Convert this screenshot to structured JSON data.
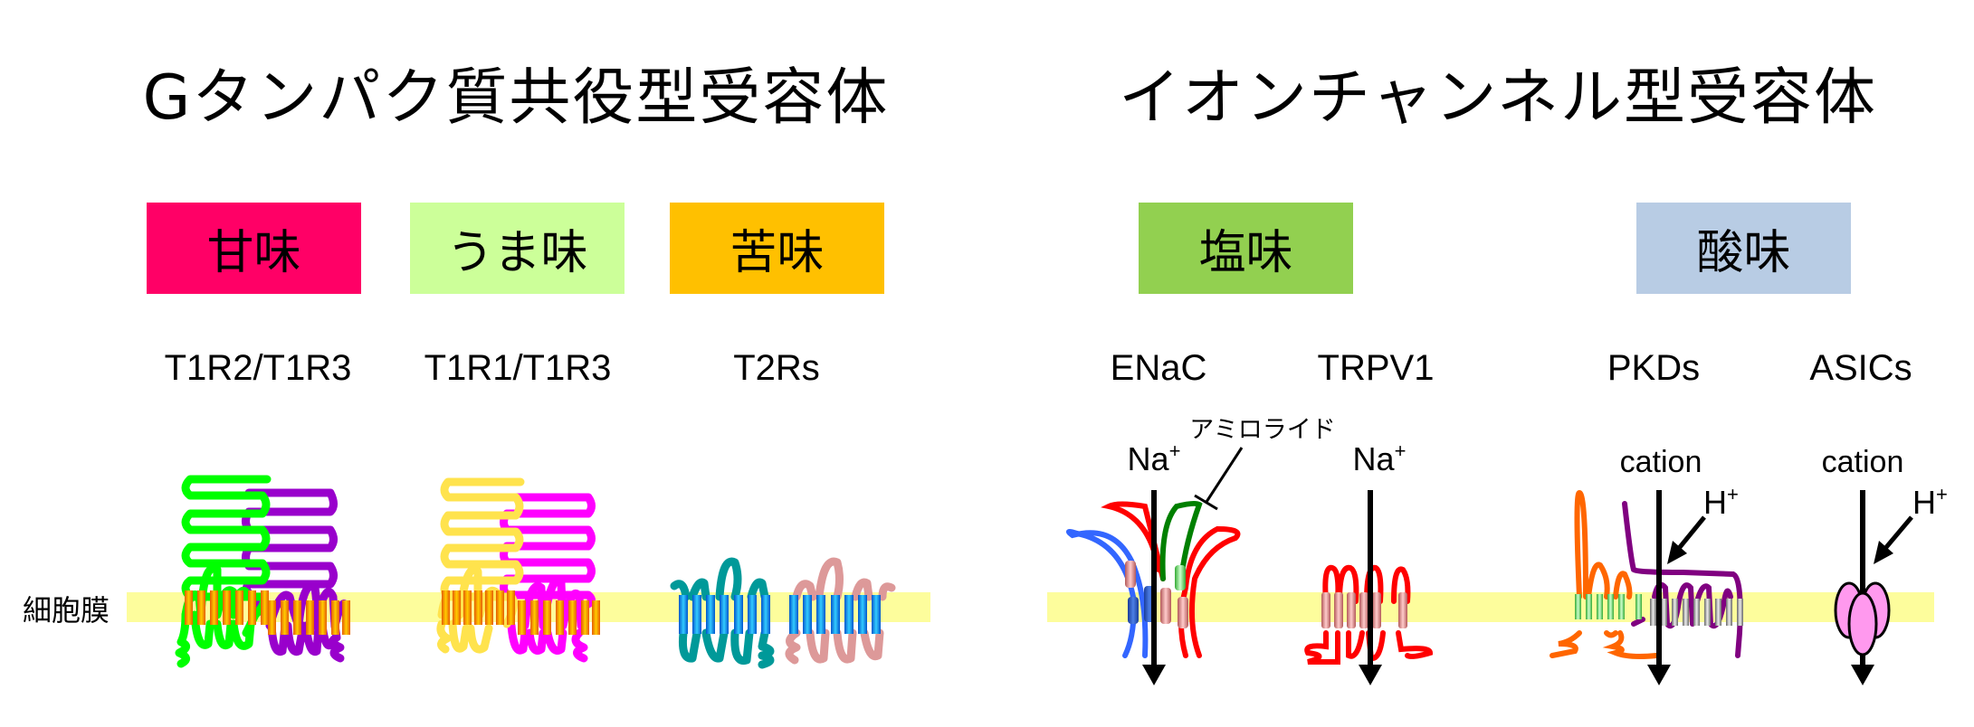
{
  "titles": {
    "gpcr": "Gタンパク質共役型受容体",
    "ion_channel": "イオンチャンネル型受容体"
  },
  "tastes": [
    {
      "label": "甘味",
      "color": "#ff0066"
    },
    {
      "label": "うま味",
      "color": "#ccff99"
    },
    {
      "label": "苦味",
      "color": "#ffc000"
    },
    {
      "label": "塩味",
      "color": "#92d050"
    },
    {
      "label": "酸味",
      "color": "#b8cce4"
    }
  ],
  "receptors": [
    {
      "name": "T1R2/T1R3"
    },
    {
      "name": "T1R1/T1R3"
    },
    {
      "name": "T2Rs"
    },
    {
      "name": "ENaC"
    },
    {
      "name": "TRPV1"
    },
    {
      "name": "PKDs"
    },
    {
      "name": "ASICs"
    }
  ],
  "membrane_label": "細胞膜",
  "ion_labels": {
    "enac_ion": "Na",
    "enac_charge": "+",
    "trpv1_ion": "Na",
    "trpv1_charge": "+",
    "pkd_ion": "cation",
    "asic_ion": "cation",
    "pkd_proton": "H",
    "pkd_proton_charge": "+",
    "asic_proton": "H",
    "asic_proton_charge": "+",
    "amiloride": "アミロライド"
  },
  "colors": {
    "membrane": "#fdfd9c",
    "t1r2": "#00ff00",
    "t1r3": "#9900cc",
    "t1r1": "#ffe34d",
    "t1r3_umami": "#ff00ff",
    "t2r_a": "#009999",
    "t2r_b": "#dd9999",
    "helix_orange": "#ff6600",
    "helix_blue": "#0099ff",
    "enac_blue": "#3366ff",
    "enac_red": "#ff0000",
    "enac_green": "#008000",
    "trpv1": "#ff0000",
    "pkd_orange": "#ff6600",
    "pkd_purple": "#800080",
    "asic": "#ff99ee"
  }
}
